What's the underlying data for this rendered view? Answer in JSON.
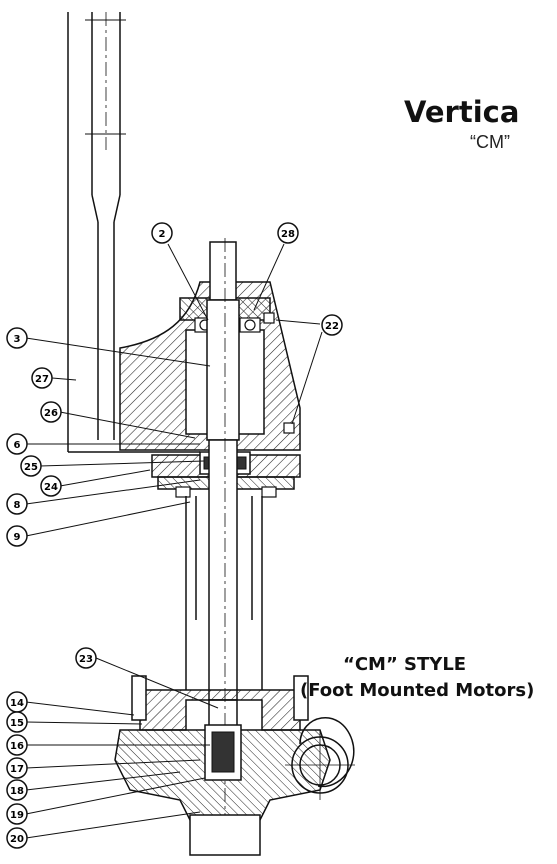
{
  "header": {
    "title": "Vertica",
    "subtitle": "“CM”"
  },
  "caption": {
    "line1": "“CM” STYLE",
    "line2": "(Foot Mounted Motors)"
  },
  "callouts": [
    "2",
    "28",
    "22",
    "3",
    "27",
    "26",
    "6",
    "25",
    "24",
    "8",
    "9",
    "23",
    "14",
    "15",
    "16",
    "17",
    "18",
    "19",
    "20"
  ],
  "colors": {
    "ink": "#111111",
    "background": "#ffffff"
  }
}
